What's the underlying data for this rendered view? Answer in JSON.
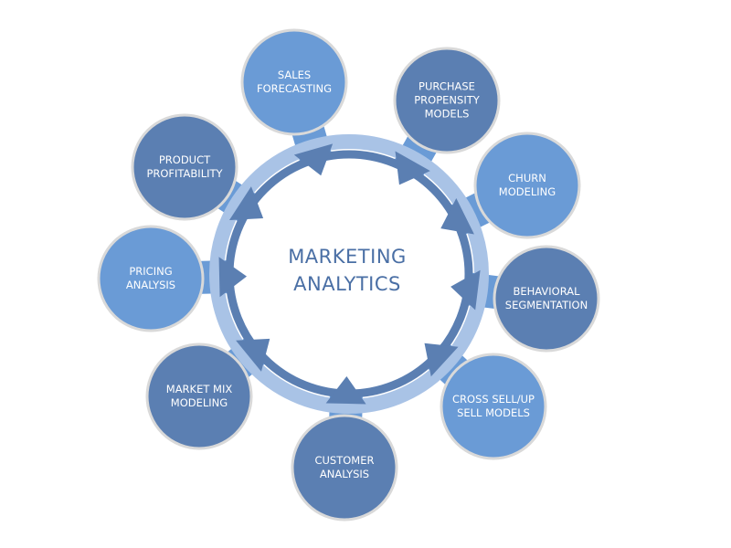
{
  "center": {
    "line1": "MARKETING",
    "line2": "ANALYTICS"
  },
  "nodes": [
    {
      "lines": [
        "SALES",
        "FORECASTING"
      ],
      "color": "#6a9bd6"
    },
    {
      "lines": [
        "PURCHASE",
        "PROPENSITY",
        "MODELS"
      ],
      "color": "#5b7fb2"
    },
    {
      "lines": [
        "CHURN",
        "MODELING"
      ],
      "color": "#6a9bd6"
    },
    {
      "lines": [
        "BEHAVIORAL",
        "SEGMENTATION"
      ],
      "color": "#5b7fb2"
    },
    {
      "lines": [
        "CROSS SELL/UP",
        "SELL MODELS"
      ],
      "color": "#6a9bd6"
    },
    {
      "lines": [
        "CUSTOMER",
        "ANALYSIS"
      ],
      "color": "#5b7fb2"
    },
    {
      "lines": [
        "MARKET MIX",
        "MODELING"
      ],
      "color": "#5b7fb2"
    },
    {
      "lines": [
        "PRICING",
        "ANALYSIS"
      ],
      "color": "#6a9bd6"
    },
    {
      "lines": [
        "PRODUCT",
        "PROFITABILITY"
      ],
      "color": "#5b7fb2"
    }
  ],
  "colors": {
    "ring_outer": "#a9c3e6",
    "ring_inner": "#5b7fb2",
    "arrow": "#5b7fb2",
    "connector": "#6a9bd6",
    "node_border": "#d9d9d9",
    "center_text": "#4a6fa5"
  }
}
